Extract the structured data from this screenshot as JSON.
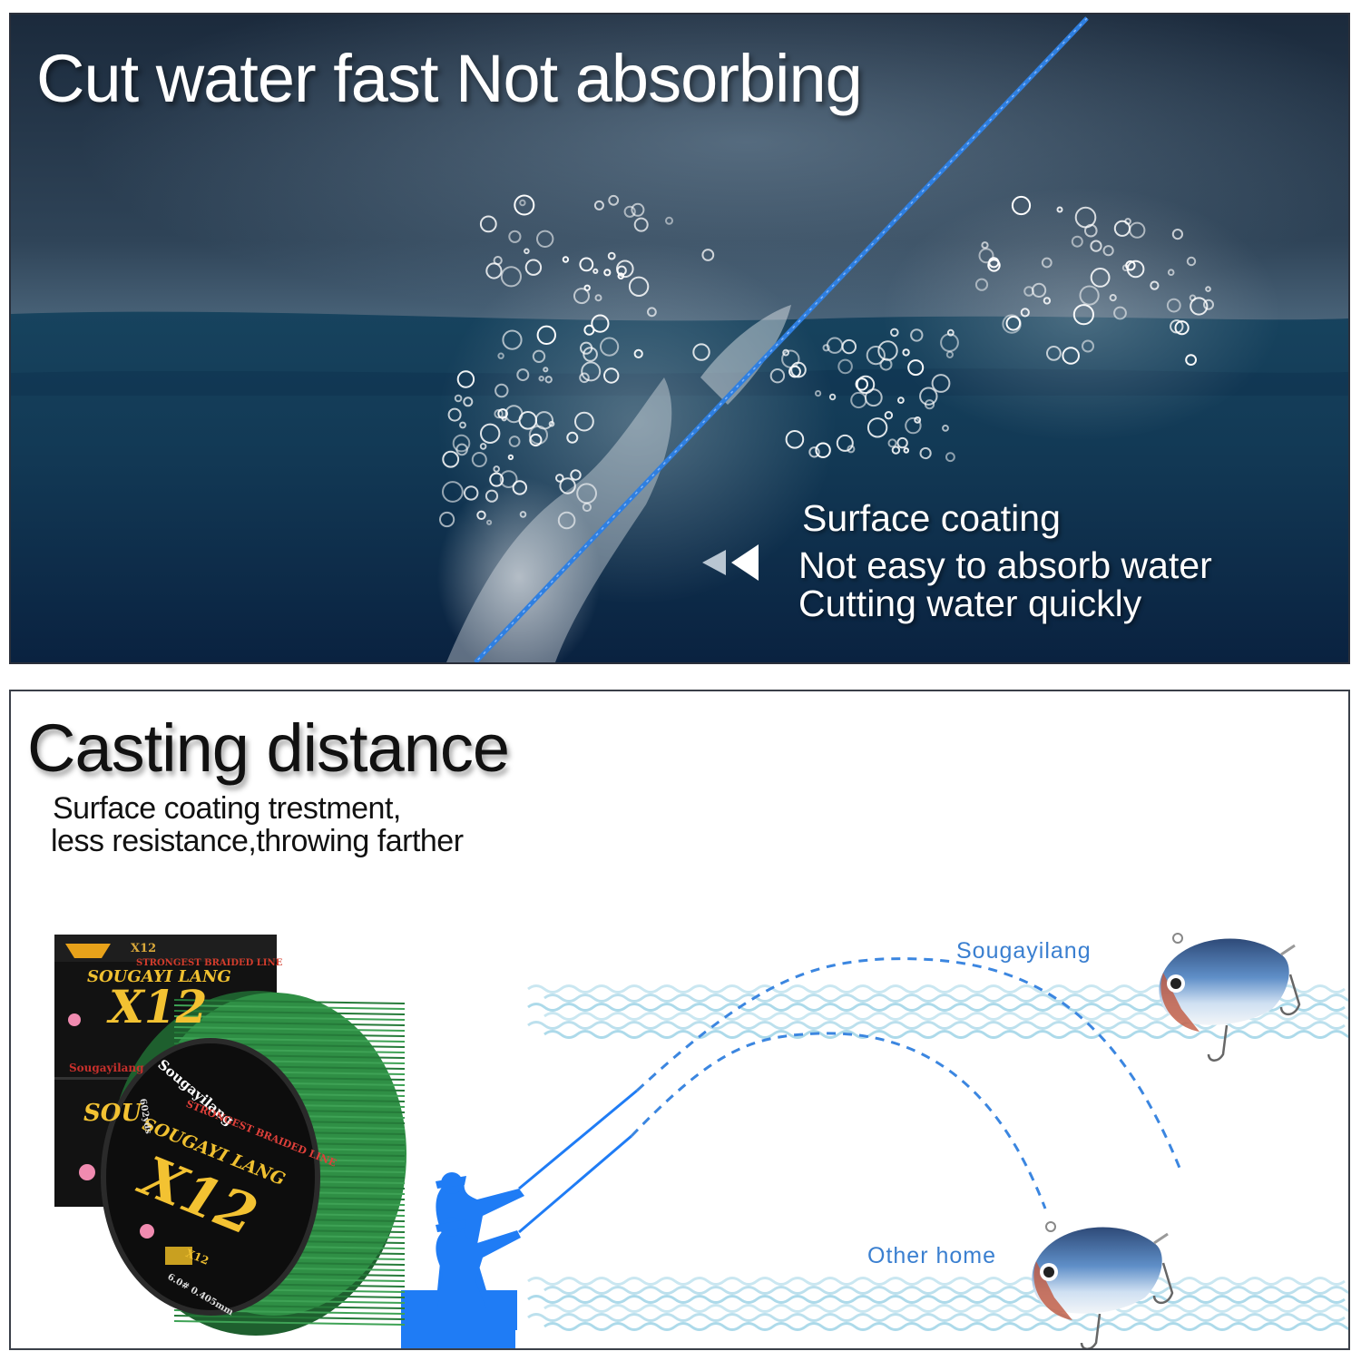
{
  "top_panel": {
    "title": "Cut water fast  Not absorbing",
    "coating_lines": [
      "Surface coating",
      "Not easy to absorb water",
      "Cutting water quickly"
    ],
    "icon": "double-chevron-left-icon"
  },
  "bottom_panel": {
    "title": "Casting distance",
    "subtitle_lines": [
      "Surface coating trestment,",
      "less resistance,throwing farther"
    ],
    "upper_label": "Sougayilang",
    "lower_label": "Other home",
    "package": {
      "box_series": "X12",
      "box_tagline": "STRONGEST BRAIDED LINE",
      "box_brand": "SOUGAYI LANG",
      "box_big": "X12",
      "box_logo": "Sougayilang",
      "box_side": "SOU",
      "spool_logo": "Sougayilang",
      "spool_tagline": "STRONGEST BRAIDED LINE",
      "spool_brand": "SOUGAYI LANG",
      "spool_big": "X12",
      "spool_yds": "602yds",
      "spool_small": "X12",
      "spool_spec": "6.0# 0.405mm"
    }
  },
  "colors": {
    "line_blue": "#2f7fe0",
    "silhouette_blue": "#1f7cf5",
    "dash_blue": "#3b86e0",
    "label_blue": "#3a7fd0",
    "spool_green": "#2f8f45",
    "wave_blue": "#9fd3e6"
  }
}
